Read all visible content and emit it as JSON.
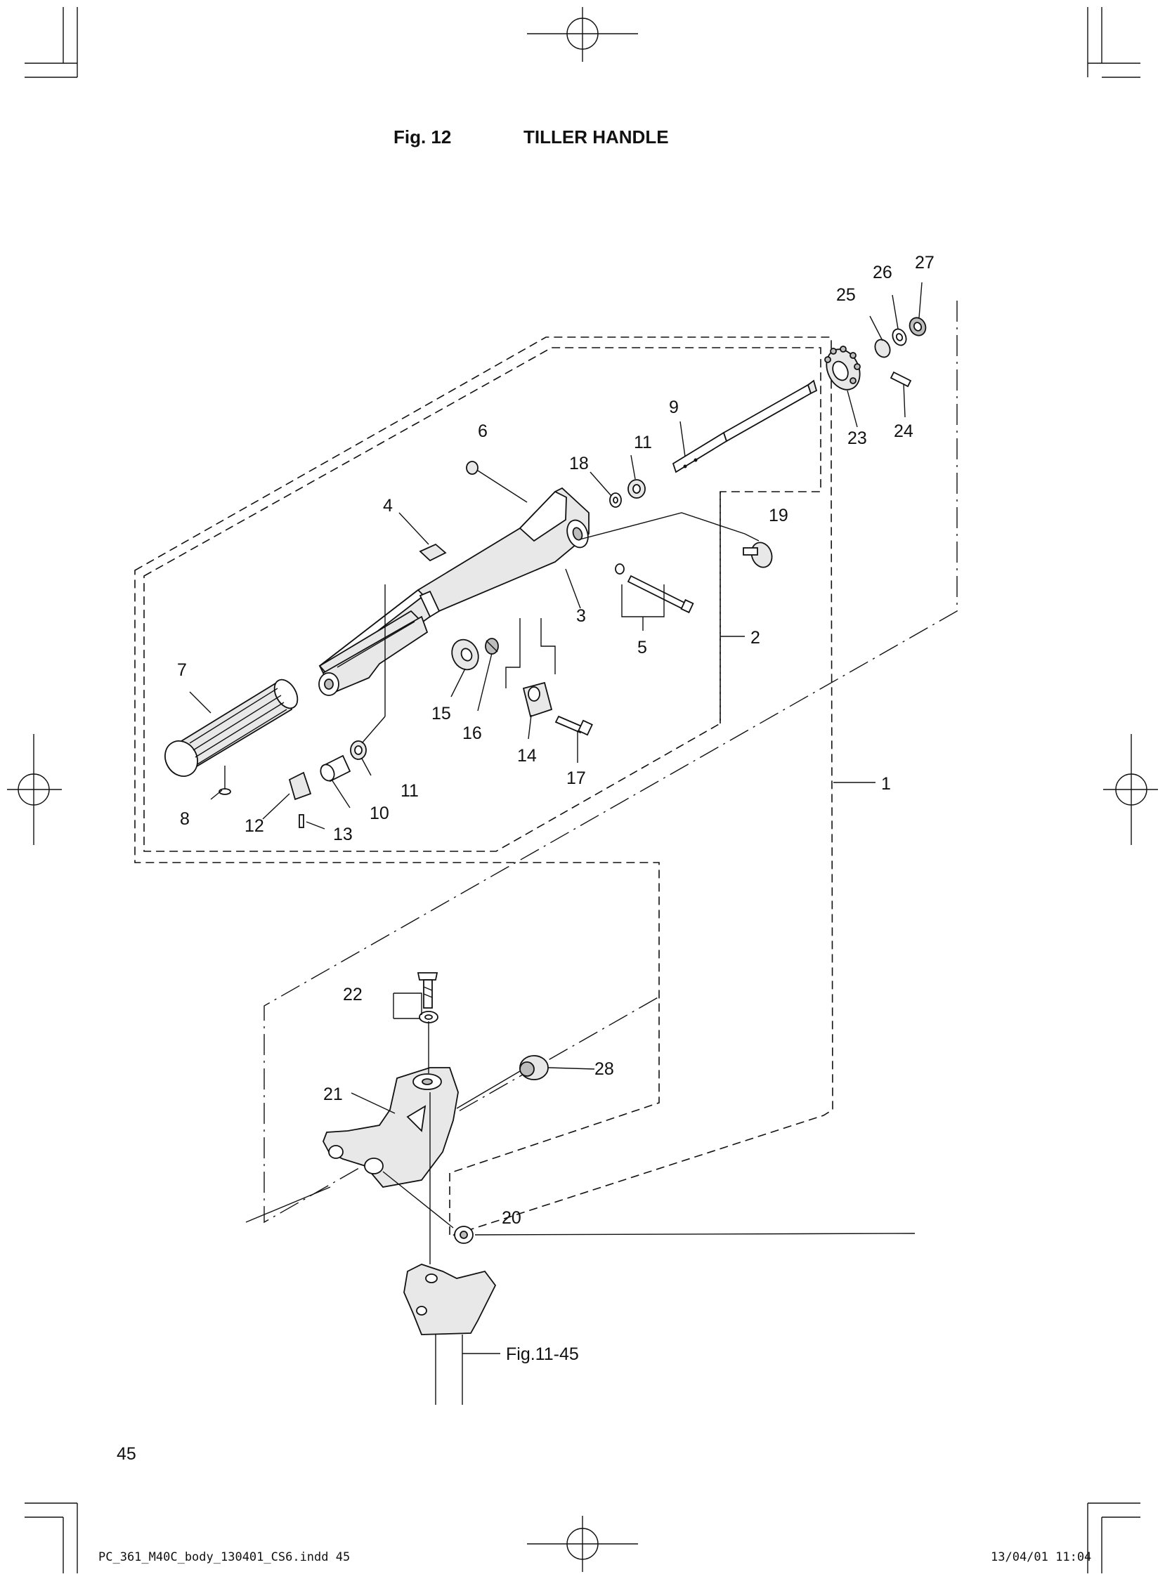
{
  "figure": {
    "number": "Fig. 12",
    "title": "TILLER HANDLE",
    "page_number": "45"
  },
  "callouts": [
    {
      "id": "c1",
      "label": "1"
    },
    {
      "id": "c2",
      "label": "2"
    },
    {
      "id": "c3",
      "label": "3"
    },
    {
      "id": "c4",
      "label": "4"
    },
    {
      "id": "c5",
      "label": "5"
    },
    {
      "id": "c6",
      "label": "6"
    },
    {
      "id": "c7",
      "label": "7"
    },
    {
      "id": "c8",
      "label": "8"
    },
    {
      "id": "c9",
      "label": "9"
    },
    {
      "id": "c10",
      "label": "10"
    },
    {
      "id": "c11a",
      "label": "11"
    },
    {
      "id": "c11b",
      "label": "11"
    },
    {
      "id": "c12",
      "label": "12"
    },
    {
      "id": "c13",
      "label": "13"
    },
    {
      "id": "c14",
      "label": "14"
    },
    {
      "id": "c15",
      "label": "15"
    },
    {
      "id": "c16",
      "label": "16"
    },
    {
      "id": "c17",
      "label": "17"
    },
    {
      "id": "c18",
      "label": "18"
    },
    {
      "id": "c19",
      "label": "19"
    },
    {
      "id": "c20",
      "label": "20"
    },
    {
      "id": "c21",
      "label": "21"
    },
    {
      "id": "c22",
      "label": "22"
    },
    {
      "id": "c23",
      "label": "23"
    },
    {
      "id": "c24",
      "label": "24"
    },
    {
      "id": "c25",
      "label": "25"
    },
    {
      "id": "c26",
      "label": "26"
    },
    {
      "id": "c27",
      "label": "27"
    },
    {
      "id": "c28",
      "label": "28"
    },
    {
      "id": "cref",
      "label": "Fig.11-45"
    }
  ],
  "footer": {
    "file": "PC_361_M40C_body_130401_CS6.indd  45",
    "timestamp": "13/04/01  11:04"
  }
}
